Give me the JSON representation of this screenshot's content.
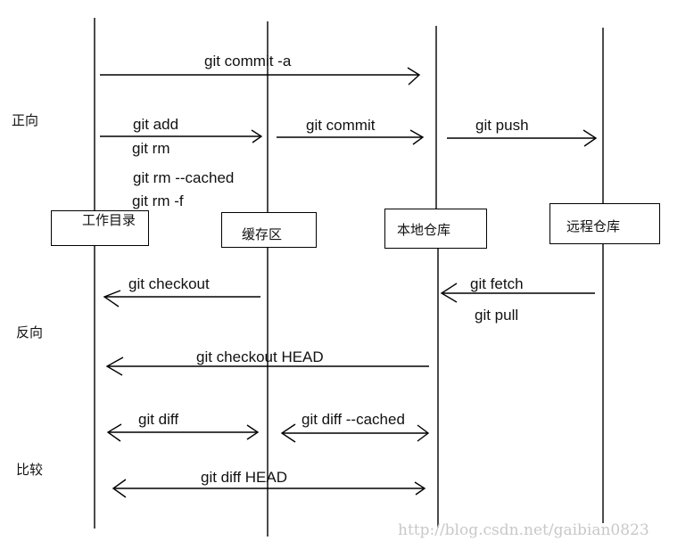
{
  "diagram": {
    "title": "Git commands between areas",
    "sections": {
      "forward": "正向",
      "reverse": "反向",
      "compare": "比较"
    },
    "areas": {
      "working_dir": "工作目录",
      "staging": "缓存区",
      "local_repo": "本地仓库",
      "remote_repo": "远程仓库"
    },
    "commands": {
      "commit_a": "git commit -a",
      "add": "git add",
      "rm": "git rm",
      "rm_cached": "git rm --cached",
      "rm_f": "git rm -f",
      "commit": "git commit",
      "push": "git push",
      "checkout": "git checkout",
      "fetch": "git fetch",
      "pull": "git pull",
      "checkout_head": "git checkout HEAD",
      "diff": "git diff",
      "diff_cached": "git diff --cached",
      "diff_head": "git diff HEAD"
    },
    "edges": [
      {
        "id": "commit-a",
        "from": "working_dir",
        "to": "local_repo",
        "direction": "forward",
        "label": "git commit -a"
      },
      {
        "id": "add",
        "from": "working_dir",
        "to": "staging",
        "direction": "forward",
        "label": "git add / git rm / git rm --cached / git rm -f"
      },
      {
        "id": "commit",
        "from": "staging",
        "to": "local_repo",
        "direction": "forward",
        "label": "git commit"
      },
      {
        "id": "push",
        "from": "local_repo",
        "to": "remote_repo",
        "direction": "forward",
        "label": "git push"
      },
      {
        "id": "checkout",
        "from": "staging",
        "to": "working_dir",
        "direction": "reverse",
        "label": "git checkout"
      },
      {
        "id": "fetch",
        "from": "remote_repo",
        "to": "local_repo",
        "direction": "reverse",
        "label": "git fetch / git pull"
      },
      {
        "id": "checkout-head",
        "from": "local_repo",
        "to": "working_dir",
        "direction": "reverse",
        "label": "git checkout HEAD"
      },
      {
        "id": "diff",
        "from": "working_dir",
        "to": "staging",
        "direction": "both",
        "label": "git diff"
      },
      {
        "id": "diff-cached",
        "from": "staging",
        "to": "local_repo",
        "direction": "both",
        "label": "git diff --cached"
      },
      {
        "id": "diff-head",
        "from": "working_dir",
        "to": "local_repo",
        "direction": "both",
        "label": "git diff HEAD"
      }
    ]
  },
  "watermark": "http://blog.csdn.net/gaibian0823"
}
